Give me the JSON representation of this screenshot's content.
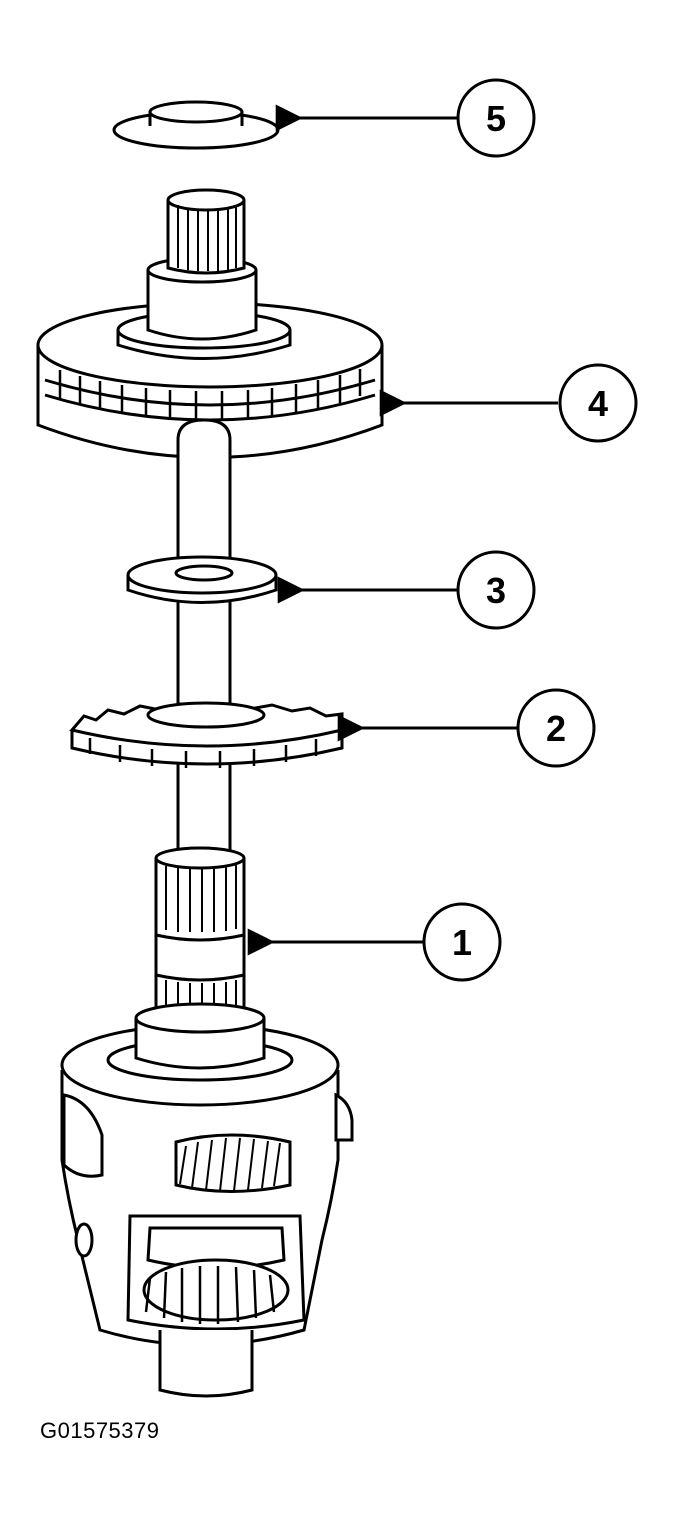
{
  "callouts": [
    {
      "id": "1",
      "label": "1"
    },
    {
      "id": "2",
      "label": "2"
    },
    {
      "id": "3",
      "label": "3"
    },
    {
      "id": "4",
      "label": "4"
    },
    {
      "id": "5",
      "label": "5"
    }
  ],
  "figure_code": "G01575379",
  "colors": {
    "ink": "#000000",
    "paper": "#ffffff"
  }
}
